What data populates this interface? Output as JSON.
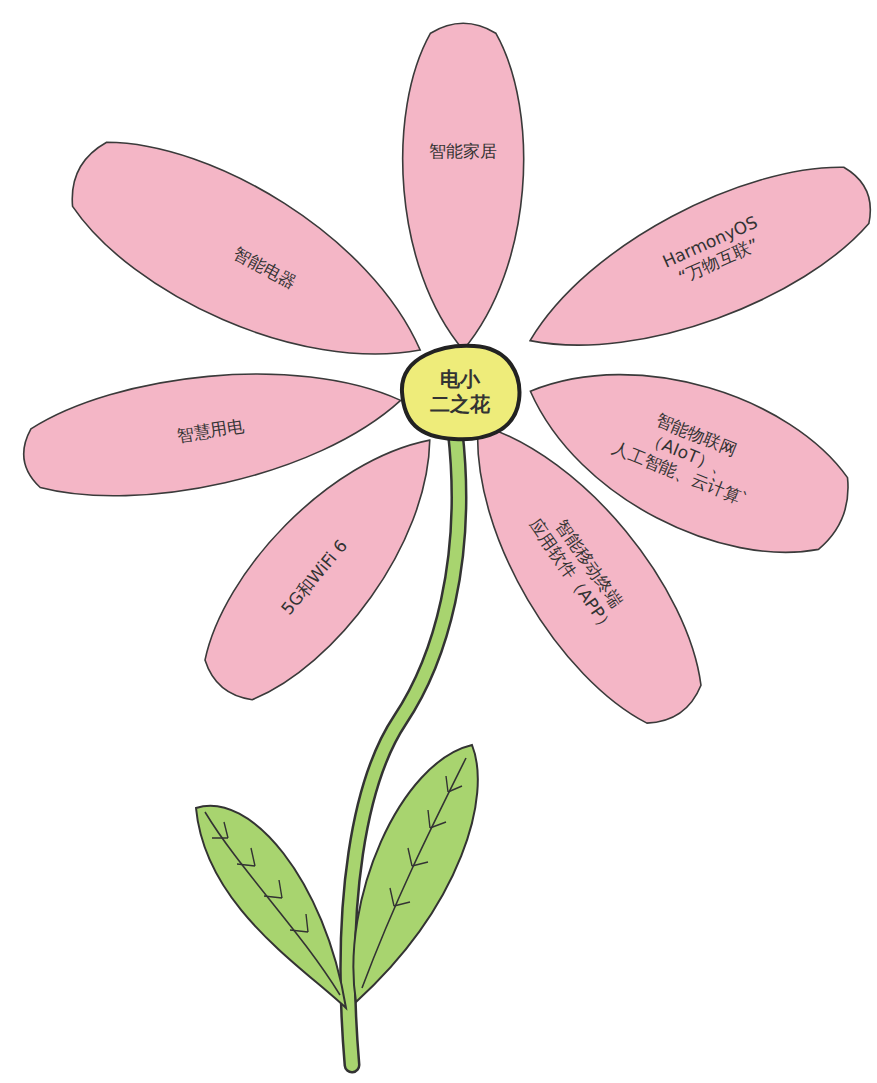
{
  "diagram": {
    "nodes": [
      {
        "text": [
          "电小 二之花"
        ]
      },
      {
        "text": [
          "智能家居"
        ]
      },
      {
        "text": [
          "HarmonyOS “万物互联”"
        ]
      },
      {
        "text": [
          "智能物联网（AIoT）、 人工智能、云计算`"
        ]
      },
      {
        "text": [
          "智能移动终端 应用软件（APP）"
        ]
      },
      {
        "text": [
          "5G和WiFi 6"
        ]
      },
      {
        "text": [
          "智慧用电"
        ]
      },
      {
        "text": [
          "智能电器"
        ]
      }
    ]
  }
}
